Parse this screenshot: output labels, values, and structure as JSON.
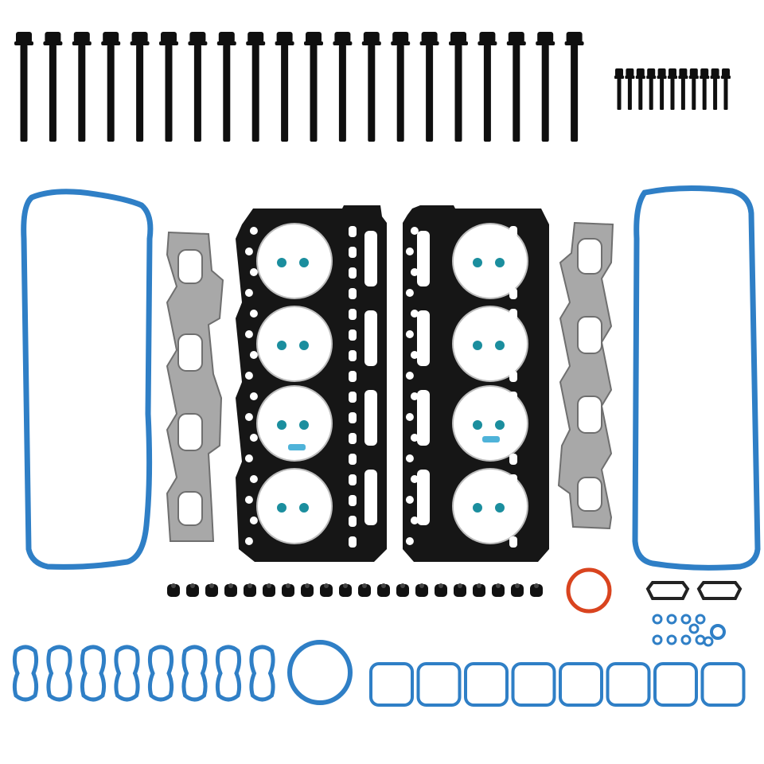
{
  "scene": {
    "description_name": "engine-head-gasket-kit-photo",
    "background": "#ffffff",
    "colors": {
      "gasket_black": "#161616",
      "bolt_black": "#0f0f0f",
      "seal_blue": "#2f7fc6",
      "seal_blue_dark": "#1f5f99",
      "metal_gray": "#a8a8a8",
      "metal_gray_dark": "#6f6f6f",
      "teal_plug": "#1b8e9e",
      "copper_ring": "#d9441f"
    },
    "counts": {
      "long_head_bolts": 20,
      "short_bolts": 11,
      "valve_stem_seals": 20,
      "intake_figure8_seals": 8,
      "intake_port_seals": 8,
      "small_orings": 10,
      "cylinder_bores_per_head_gasket": 4,
      "head_gaskets": 2,
      "exhaust_manifold_gaskets": 2,
      "valve_cover_gaskets": 2
    }
  }
}
